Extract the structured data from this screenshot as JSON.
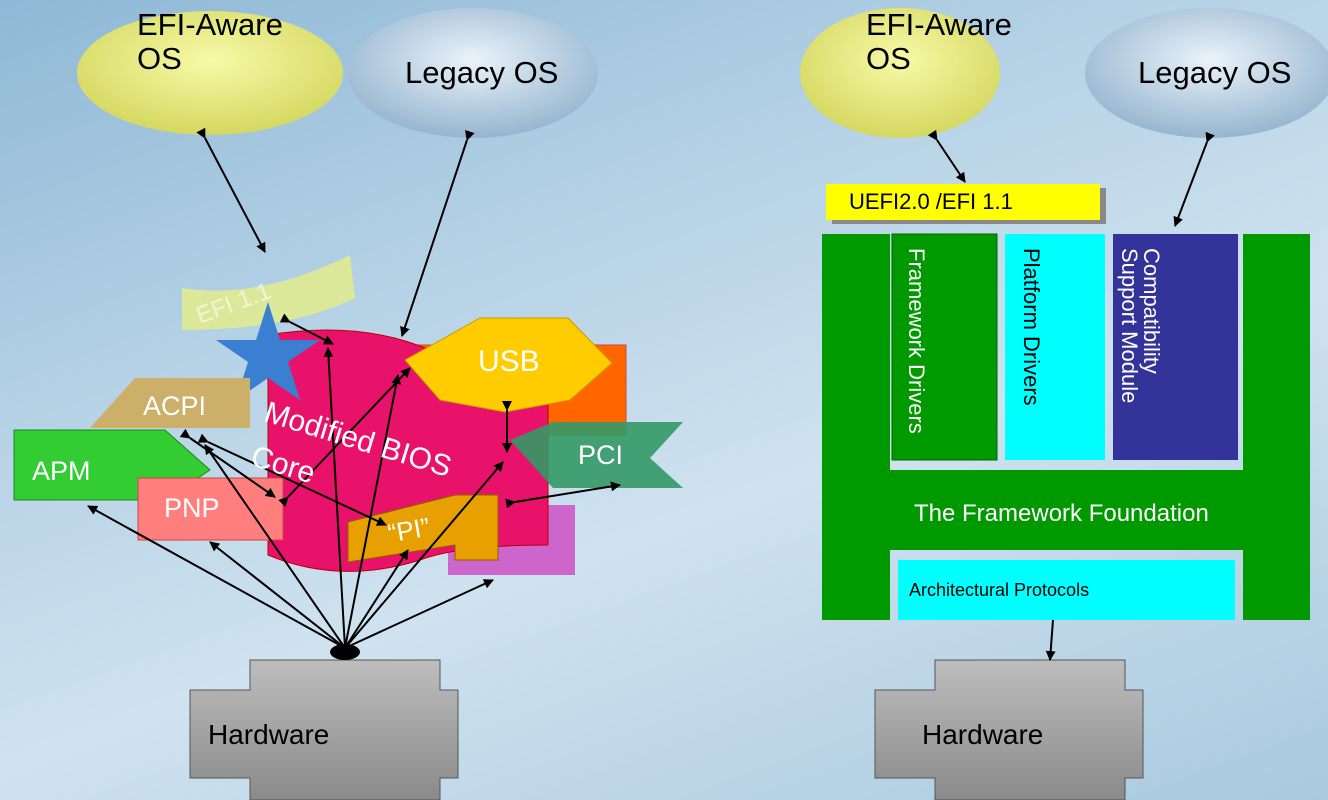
{
  "left": {
    "efi_aware_os": "EFI-Aware OS",
    "legacy_os": "Legacy OS",
    "efi11": "EFI 1.1",
    "modified_bios_core": "Modified BIOS Core",
    "usb": "USB",
    "acpi": "ACPI",
    "apm": "APM",
    "pnp": "PNP",
    "pci": "PCI",
    "pi": "“PI”",
    "hardware": "Hardware"
  },
  "right": {
    "efi_aware_os": "EFI-Aware OS",
    "legacy_os": "Legacy OS",
    "uefi": "UEFI2.0 /EFI 1.1",
    "framework_drivers": "Framework Drivers",
    "platform_drivers": "Platform Drivers",
    "csm": "Compatibility Support Module",
    "foundation": "The Framework Foundation",
    "arch_protocols": "Architectural Protocols",
    "hardware": "Hardware"
  },
  "colors": {
    "ellipse_yellow": "#e8ea7c",
    "ellipse_blue": "#b9d2e6",
    "framework_green": "#009900",
    "platform_cyan": "#00ffff",
    "csm_navy": "#333399",
    "uefi_yellow": "#ffff00",
    "bios_pink": "#e8126a",
    "usb_gold": "#ffcc00"
  }
}
